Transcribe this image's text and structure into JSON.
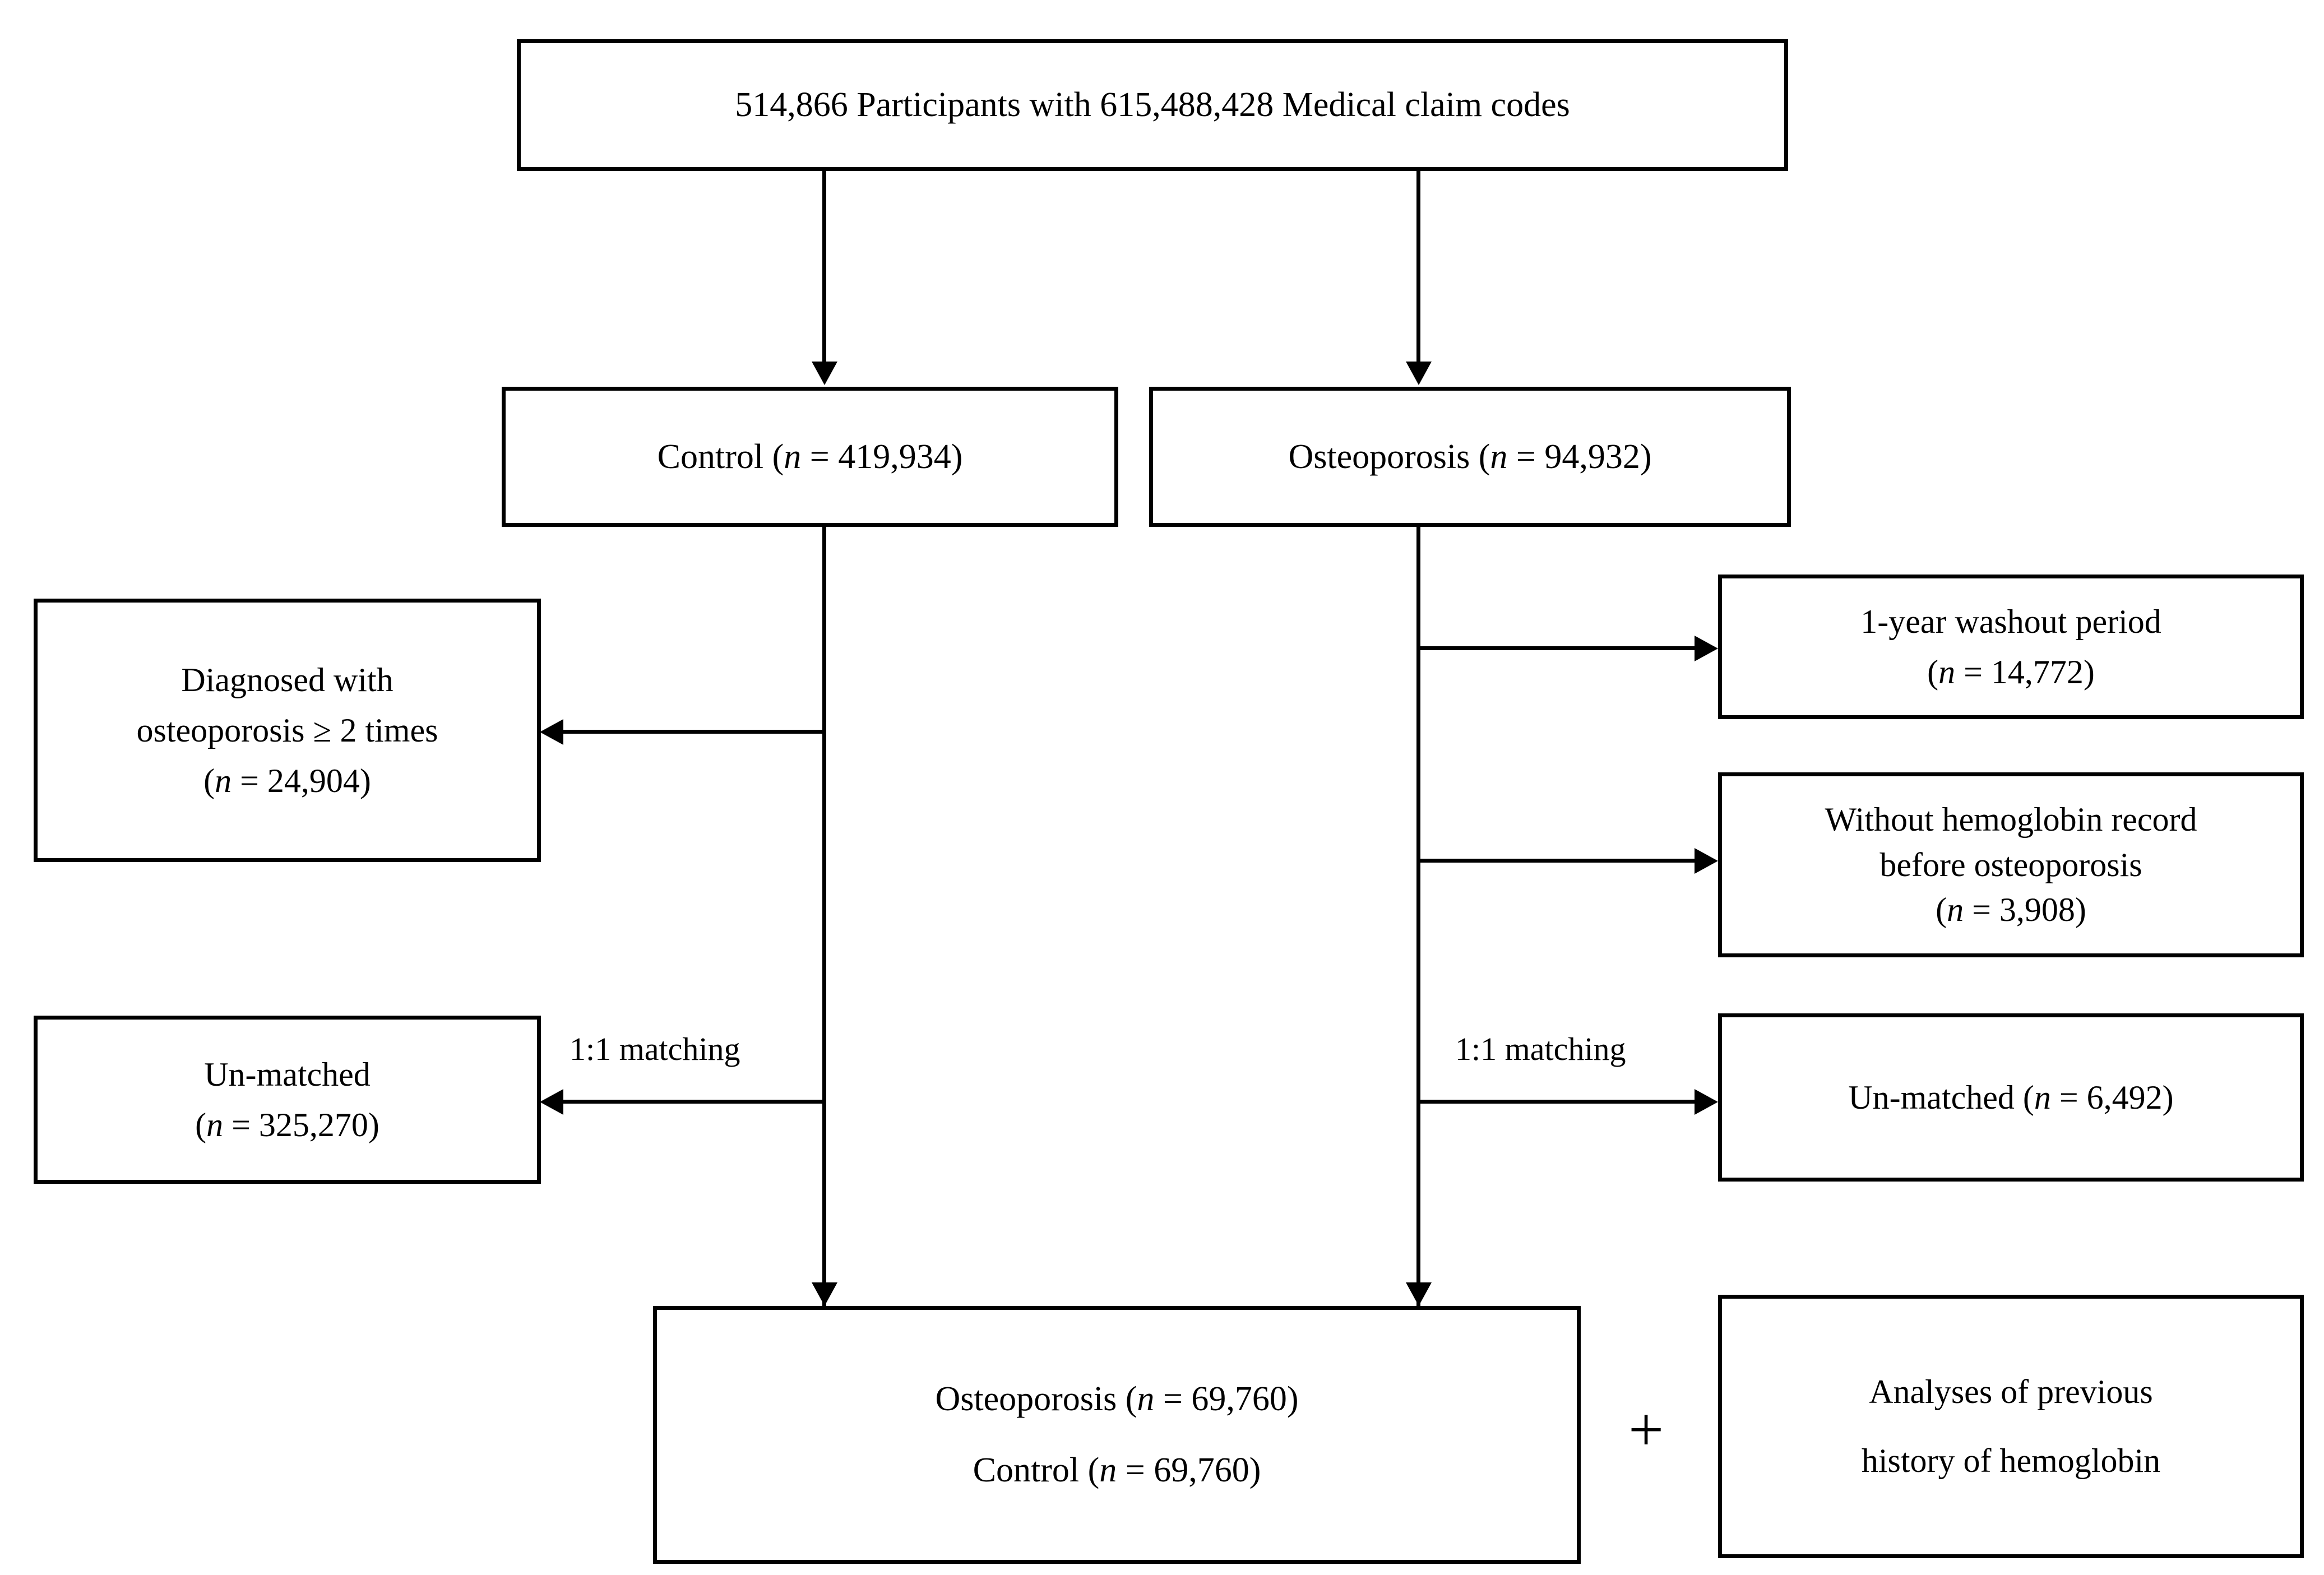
{
  "diagram": {
    "title": "Study participant selection flowchart",
    "colors": {
      "stroke": "#000000",
      "background": "#ffffff",
      "text": "#000000"
    },
    "nodes": {
      "source": {
        "id": "source-cohort",
        "lines": [
          "514,866 Participants with  615,488,428 Medical claim codes"
        ]
      },
      "control_initial": {
        "id": "control-initial",
        "lines": [
          "Control (n = 419,934)"
        ],
        "label": "Control",
        "n": "419,934"
      },
      "osteoporosis_initial": {
        "id": "osteoporosis-initial",
        "lines": [
          "Osteoporosis (n = 94,932)"
        ],
        "label": "Osteoporosis",
        "n": "94,932"
      },
      "excl_diagnosed": {
        "id": "excluded-diagnosed-osteoporosis",
        "lines": [
          "Diagnosed with",
          "osteoporosis ≥ 2 times",
          "(n = 24,904)"
        ],
        "n": "24,904"
      },
      "excl_washout": {
        "id": "excluded-washout-period",
        "lines": [
          "1-year washout period",
          "(n = 14,772)"
        ],
        "n": "14,772"
      },
      "excl_no_hemoglobin": {
        "id": "excluded-no-hemoglobin-record",
        "lines": [
          "Without hemoglobin record",
          "before osteoporosis",
          "(n = 3,908)"
        ],
        "n": "3,908"
      },
      "excl_unmatched_left": {
        "id": "excluded-unmatched-control",
        "lines": [
          "Un-matched",
          "(n = 325,270)"
        ],
        "n": "325,270"
      },
      "excl_unmatched_right": {
        "id": "excluded-unmatched-osteoporosis",
        "lines": [
          "Un-matched (n = 6,492)"
        ],
        "n": "6,492"
      },
      "final_cohort": {
        "id": "final-matched-cohort",
        "lines": [
          "Osteoporosis (n = 69,760)",
          "Control (n =  69,760)"
        ],
        "osteoporosis_n": "69,760",
        "control_n": "69,760"
      },
      "analyses": {
        "id": "analyses-hemoglobin-history",
        "lines": [
          "Analyses of previous",
          "history of hemoglobin"
        ]
      }
    },
    "edge_labels": {
      "matching_left": "1:1 matching",
      "matching_right": "1:1 matching"
    },
    "symbols": {
      "plus": "+"
    }
  }
}
